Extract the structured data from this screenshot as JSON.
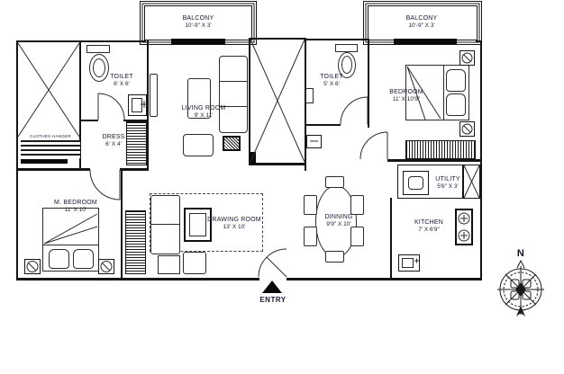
{
  "plan": {
    "balcony_left": {
      "label": "BALCONY",
      "dims": "10'-9\" X 3'"
    },
    "balcony_right": {
      "label": "BALCONY",
      "dims": "10'-9\" X 3'"
    },
    "toilet_left": {
      "label": "TOILET",
      "dims": "6' X 6'"
    },
    "toilet_right": {
      "label": "TOILET",
      "dims": "5' X 6'"
    },
    "living_room": {
      "label": "LIVING ROOM",
      "dims": "9' X 11'"
    },
    "dress": {
      "label": "DRESS",
      "dims": "6' X 4'"
    },
    "bedroom": {
      "label": "BEDROOM",
      "dims": "11' X 10'9\""
    },
    "master_bedroom": {
      "label": "M. BEDROOM",
      "dims": "11' X 10'"
    },
    "drawing_room": {
      "label": "DRAWING ROOM",
      "dims": "13' X 10'"
    },
    "dinning": {
      "label": "DINNING",
      "dims": "9'9\" X 10'"
    },
    "kitchen": {
      "label": "KITCHEN",
      "dims": "7' X 6'9\""
    },
    "utility": {
      "label": "UTILITY",
      "dims": "5'6\" X 3'"
    },
    "clothes_hanger": {
      "label": "CLOTHES HANGER"
    },
    "entry": {
      "label": "ENTRY"
    },
    "compass": {
      "label": "N"
    }
  },
  "colors": {
    "wall": "#151515",
    "furniture_line": "#2b2b2b",
    "text": "#181836",
    "background": "#ffffff"
  }
}
